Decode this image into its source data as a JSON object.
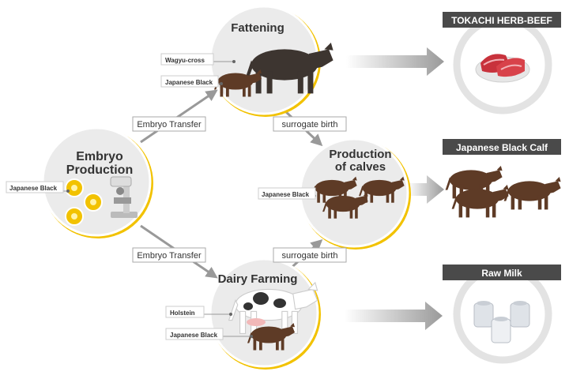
{
  "nodes": {
    "embryo": {
      "title_line1": "Embryo",
      "title_line2": "Production",
      "label": "Japanese Black"
    },
    "fattening": {
      "title": "Fattening",
      "label_top": "Wagyu-cross",
      "label_bottom": "Japanese Black"
    },
    "calves": {
      "title_line1": "Production",
      "title_line2": "of calves",
      "label": "Japanese Black"
    },
    "dairy": {
      "title": "Dairy Farming",
      "label_top": "Holstein",
      "label_bottom": "Japanese Black"
    }
  },
  "edges": {
    "embryo_to_fattening": "Embryo Transfer",
    "embryo_to_dairy": "Embryo Transfer",
    "fattening_to_calves": "surrogate birth",
    "dairy_to_calves": "surrogate birth"
  },
  "outputs": {
    "beef": "TOKACHI HERB-BEEF",
    "calf": "Japanese Black Calf",
    "milk": "Raw Milk"
  },
  "colors": {
    "accent_yellow": "#f2c200",
    "circle_fill": "#ebebeb",
    "circle_ring": "#e3e3e3",
    "arrow_gray": "#9a9a9a",
    "band_dark": "#4a4a4a",
    "cattle_brown": "#5e3b26",
    "wagyu_cross": "#3d3530"
  }
}
